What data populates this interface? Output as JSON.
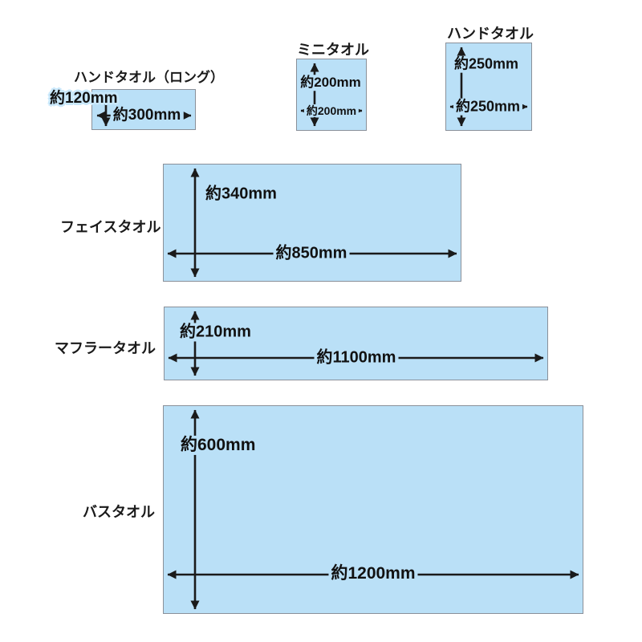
{
  "unit": "mm",
  "colors": {
    "towel_fill": "#bae0f7",
    "towel_border": "#8a9099",
    "arrow": "#1a1a1a",
    "label_halo": "#c9e8fb"
  },
  "towels": [
    {
      "id": "hand-towel-long",
      "name": "ハンドタオル（ロング）",
      "height_label": "約120mm",
      "width_label": "約300mm",
      "height_mm": 120,
      "width_mm": 300
    },
    {
      "id": "mini-towel",
      "name": "ミニタオル",
      "height_label": "約200mm",
      "width_label": "約200mm",
      "height_mm": 200,
      "width_mm": 200
    },
    {
      "id": "hand-towel",
      "name": "ハンドタオル",
      "height_label": "約250mm",
      "width_label": "約250mm",
      "height_mm": 250,
      "width_mm": 250
    },
    {
      "id": "face-towel",
      "name": "フェイスタオル",
      "height_label": "約340mm",
      "width_label": "約850mm",
      "height_mm": 340,
      "width_mm": 850
    },
    {
      "id": "muffler-towel",
      "name": "マフラータオル",
      "height_label": "約210mm",
      "width_label": "約1100mm",
      "height_mm": 210,
      "width_mm": 1100
    },
    {
      "id": "bath-towel",
      "name": "バスタオル",
      "height_label": "約600mm",
      "width_label": "約1200mm",
      "height_mm": 600,
      "width_mm": 1200
    }
  ]
}
